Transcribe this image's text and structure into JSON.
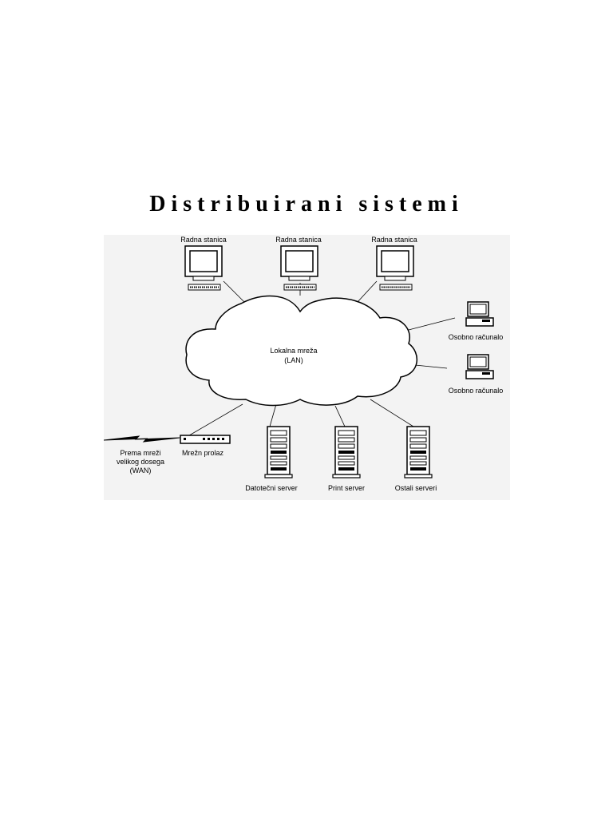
{
  "title": "Distribuirani sistemi",
  "diagram": {
    "background": "#f3f3f3",
    "nodes": {
      "workstation_1": "Radna stanica",
      "workstation_2": "Radna stanica",
      "workstation_3": "Radna stanica",
      "lan_line1": "Lokalna mreža",
      "lan_line2": "(LAN)",
      "pc_1": "Osobno računalo",
      "pc_2": "Osobno računalo",
      "wan_line1": "Prema mreži",
      "wan_line2": "velikog dosega",
      "wan_line3": "(WAN)",
      "gateway": "Mrežn prolaz",
      "file_server": "Datotečni server",
      "print_server": "Print server",
      "other_servers": "Ostali serveri"
    }
  }
}
